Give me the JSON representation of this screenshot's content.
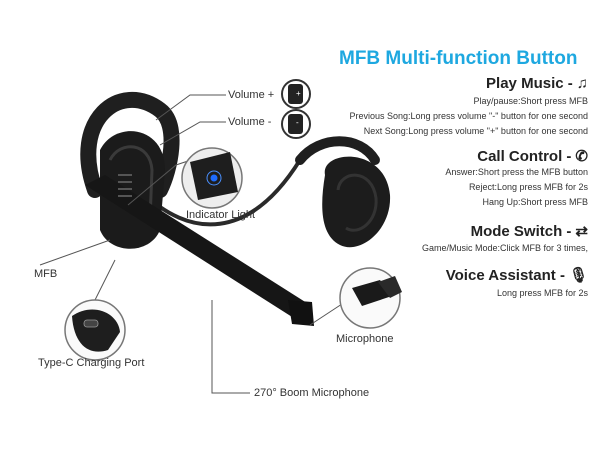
{
  "title": "MFB Multi-function Button",
  "callouts": {
    "volume_plus": "Volume +",
    "volume_minus": "Volume -",
    "indicator": "Indicator Light",
    "mfb": "MFB",
    "typec": "Type-C Charging Port",
    "microphone": "Microphone",
    "boom": "270° Boom Microphone"
  },
  "inset_glyphs": {
    "plus": "+",
    "minus": "-"
  },
  "sections": {
    "play": {
      "heading": "Play Music -",
      "icon": "music-note-icon",
      "lines": [
        "Play/pause:Short press MFB",
        "Previous Song:Long press volume \"-\" button for one second",
        "Next Song:Long press volume \"+\" button for one second"
      ]
    },
    "call": {
      "heading": "Call Control -",
      "icon": "phone-icon",
      "lines": [
        "Answer:Short press the MFB button",
        "Reject:Long press MFB for 2s",
        "Hang Up:Short press MFB"
      ]
    },
    "mode": {
      "heading": "Mode Switch -",
      "icon": "switch-icon",
      "lines": [
        "Game/Music Mode:Click MFB for 3 times,"
      ]
    },
    "voice": {
      "heading": "Voice Assistant -",
      "icon": "microphone-icon",
      "lines": [
        "Long press MFB for 2s"
      ]
    }
  },
  "colors": {
    "accent": "#1ea8e0",
    "product": "#1f1f1f",
    "indicator_led": "#1e6cff"
  }
}
